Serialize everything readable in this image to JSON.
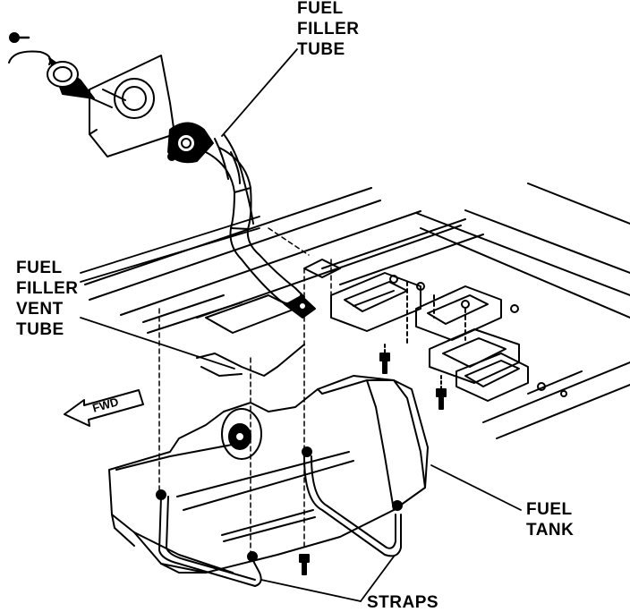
{
  "labels": {
    "fuel_filler_tube": [
      "FUEL",
      "FILLER",
      "TUBE"
    ],
    "fuel_filler_vent_tube": [
      "FUEL",
      "FILLER",
      "VENT",
      "TUBE"
    ],
    "fuel_tank": [
      "FUEL",
      "TANK"
    ],
    "straps": "STRAPS",
    "fwd": "FWD"
  },
  "colors": {
    "ink": "#000000",
    "paper": "#ffffff"
  }
}
